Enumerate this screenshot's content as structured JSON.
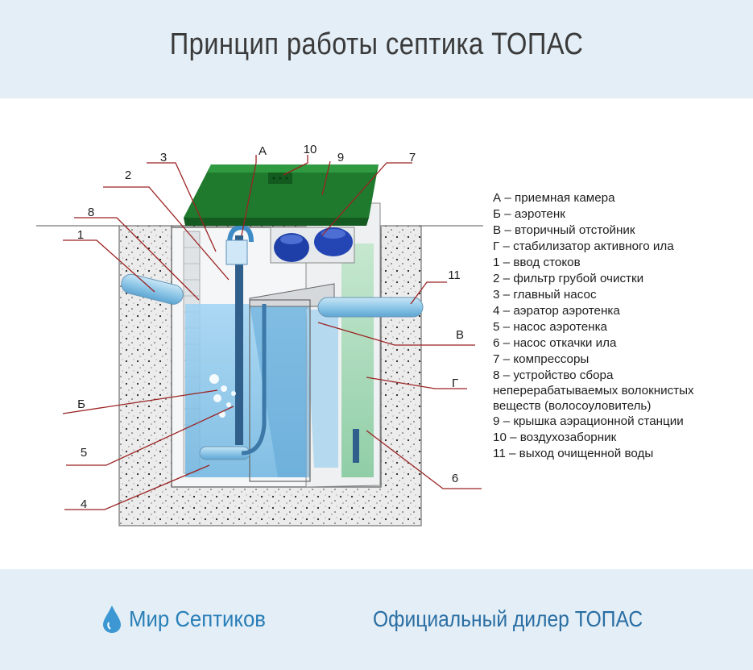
{
  "header": {
    "title": "Принцип работы септика ТОПАС"
  },
  "diagram": {
    "callouts": {
      "A": "А",
      "B": "Б",
      "V": "В",
      "G": "Г",
      "n1": "1",
      "n2": "2",
      "n3": "3",
      "n4": "4",
      "n5": "5",
      "n6": "6",
      "n7": "7",
      "n8": "8",
      "n9": "9",
      "n10": "10",
      "n11": "11"
    },
    "colors": {
      "lid": "#1f7a2e",
      "water": "#7fc3ec",
      "callout_line": "#9b2222",
      "soil": "#e9e9e9"
    }
  },
  "legend": [
    "А – приемная камера",
    "Б – аэротенк",
    "В – вторичный отстойник",
    "Г – стабилизатор активного ила",
    "1 – ввод стоков",
    "2 – фильтр грубой очистки",
    "3 – главный насос",
    "4 – аэратор аэротенка",
    "5 – насос аэротенка",
    "6 – насос откачки ила",
    "7 – компрессоры",
    "8 – устройство сбора неперерабатываемых волокнистых веществ (волосоуловитель)",
    "9 – крышка аэрационной станции",
    "10 – воздухозаборник",
    "11 – выход очищенной воды"
  ],
  "footer": {
    "brand_name": "Мир Септиков",
    "dealer_text": "Официальный дилер ТОПАС"
  }
}
